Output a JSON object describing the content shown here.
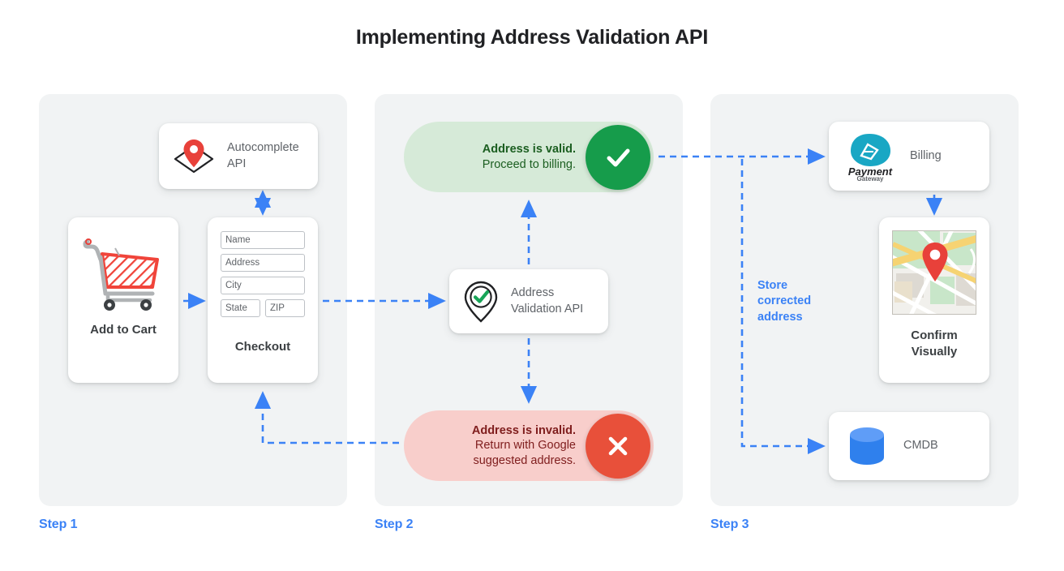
{
  "title": "Implementing Address Validation API",
  "colors": {
    "accent_blue": "#3b82f6",
    "panel_bg": "#f1f3f4",
    "valid_pill_bg": "#d6ead8",
    "valid_badge": "#169c4b",
    "invalid_pill_bg": "#f8cecb",
    "invalid_badge": "#e8503a",
    "pin_red": "#e8413a",
    "cmdb_blue": "#2f80ed",
    "payment_teal": "#19a7c4"
  },
  "steps": [
    {
      "label": "Step 1"
    },
    {
      "label": "Step 2"
    },
    {
      "label": "Step 3"
    }
  ],
  "step1": {
    "autocomplete": {
      "label": "Autocomplete API",
      "label_line1": "Autocomplete",
      "label_line2": "API",
      "icon": "map-pin-diamond-icon"
    },
    "add_to_cart": {
      "label": "Add to Cart",
      "icon": "shopping-cart-icon"
    },
    "checkout": {
      "label": "Checkout",
      "fields": [
        {
          "name": "name-field",
          "value": "Name"
        },
        {
          "name": "address-field",
          "value": "Address"
        },
        {
          "name": "city-field",
          "value": "City"
        },
        {
          "name": "state-field",
          "value": "State"
        },
        {
          "name": "zip-field",
          "value": "ZIP"
        }
      ]
    }
  },
  "step2": {
    "valid": {
      "line1": "Address is valid.",
      "line2": "Proceed to billing.",
      "badge_icon": "check-icon"
    },
    "validation_api": {
      "label_line1": "Address",
      "label_line2": "Validation API",
      "icon": "pin-check-icon"
    },
    "invalid": {
      "line1": "Address is invalid.",
      "line2": "Return with Google",
      "line3": "suggested address.",
      "badge_icon": "close-icon"
    }
  },
  "step3": {
    "billing": {
      "label": "Billing",
      "logo_line1": "Payment",
      "logo_line2": "Gateway",
      "icon": "payment-gateway-icon"
    },
    "confirm": {
      "label_line1": "Confirm",
      "label_line2": "Visually",
      "icon": "map-thumbnail-icon"
    },
    "cmdb": {
      "label": "CMDB",
      "icon": "database-icon"
    },
    "store_note": {
      "line1": "Store",
      "line2": "corrected",
      "line3": "address"
    }
  }
}
